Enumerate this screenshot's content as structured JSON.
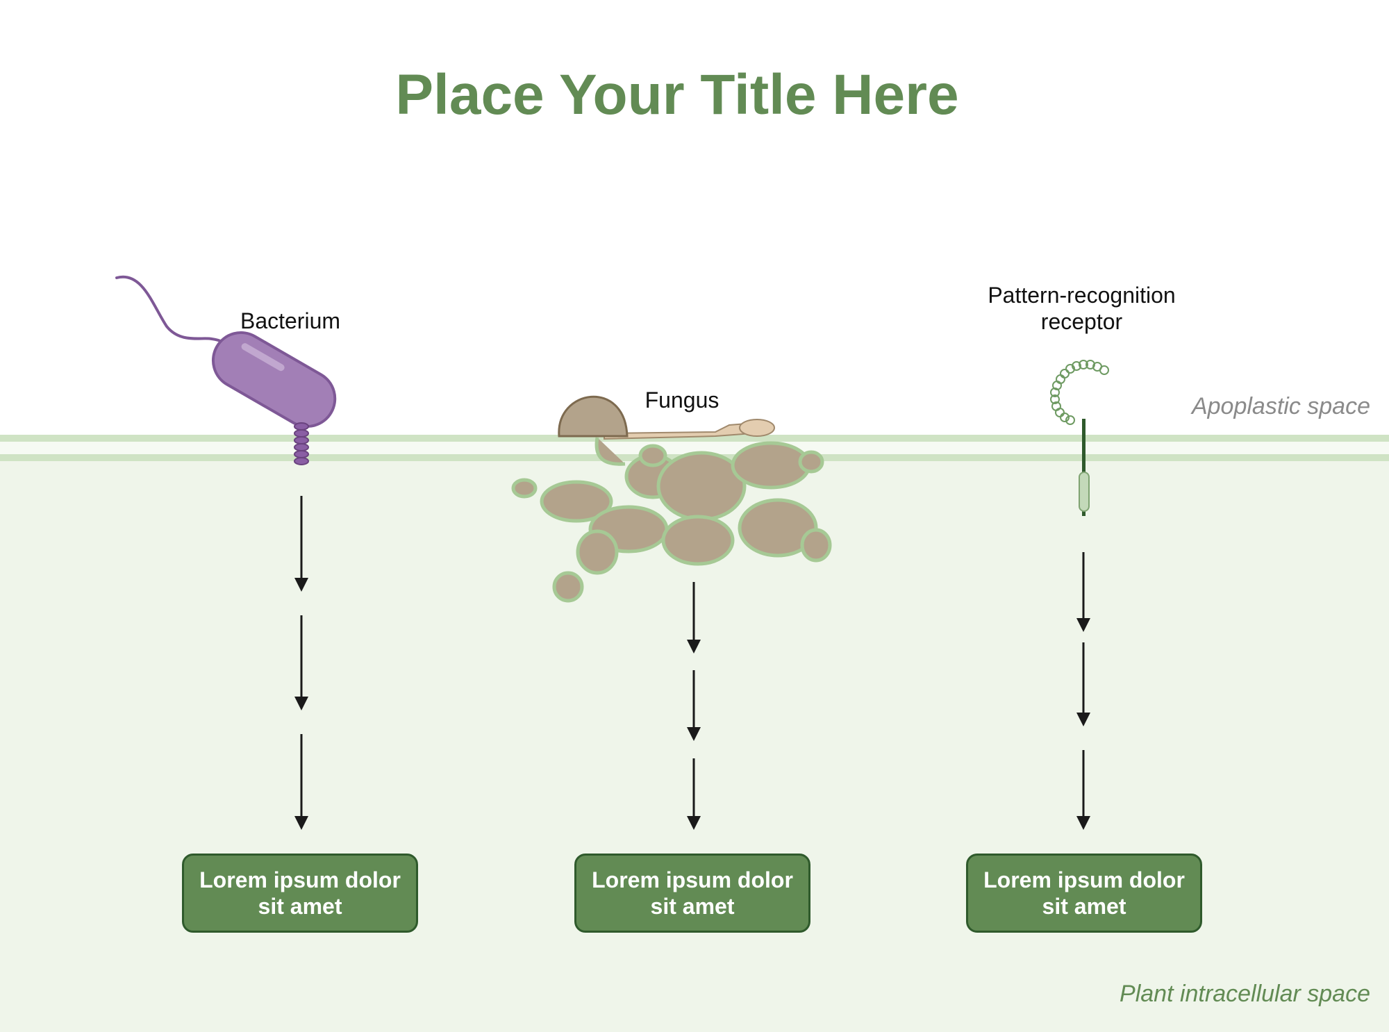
{
  "title": "Place Your Title Here",
  "labels": {
    "bacterium": "Bacterium",
    "fungus": "Fungus",
    "receptor": "Pattern-recognition receptor"
  },
  "spaces": {
    "apoplastic": "Apoplastic space",
    "intracellular": "Plant intracellular space"
  },
  "boxes": [
    {
      "text": "Lorem ipsum dolor sit amet"
    },
    {
      "text": "Lorem ipsum dolor sit amet"
    },
    {
      "text": "Lorem ipsum dolor sit amet"
    }
  ],
  "colors": {
    "title": "#628b54",
    "box_fill": "#628b54",
    "box_border": "#2f5a2c",
    "membrane": "#cfe3c4",
    "intracellular_bg": "#eff5ea",
    "bacterium": "#9b72b0",
    "fungus": "#b3a38b",
    "receptor": "#3e6e3a"
  }
}
